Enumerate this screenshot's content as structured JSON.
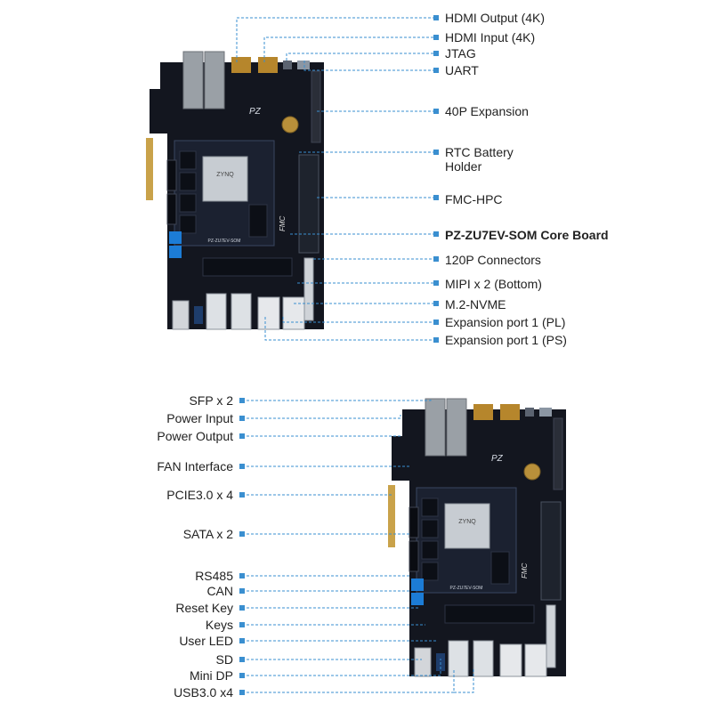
{
  "top_labels": [
    "HDMI Output (4K)",
    "HDMI Input (4K)",
    "JTAG",
    "UART",
    "40P Expansion",
    "RTC Battery\nHolder",
    "FMC-HPC",
    "PZ-ZU7EV-SOM Core Board",
    "120P Connectors",
    "MIPI x 2 (Bottom)",
    "M.2-NVME",
    "Expansion port 1 (PL)",
    "Expansion port 1 (PS)"
  ],
  "bottom_labels": [
    "SFP x 2",
    "Power Input",
    "Power Output",
    "FAN Interface",
    "PCIE3.0 x 4",
    "SATA x 2",
    "RS485",
    "CAN",
    "Reset Key",
    "Keys",
    "User LED",
    "SD",
    "Mini DP",
    "USB3.0 x4"
  ],
  "board_silk": {
    "chip": "ZYNQ",
    "som_label": "PZ-ZU7EV-SOM",
    "fmc_logo": "FMC",
    "brand": "PZ"
  },
  "colors": {
    "accent": "#3a8fd0",
    "board": "#13161f",
    "label": "#222222"
  }
}
